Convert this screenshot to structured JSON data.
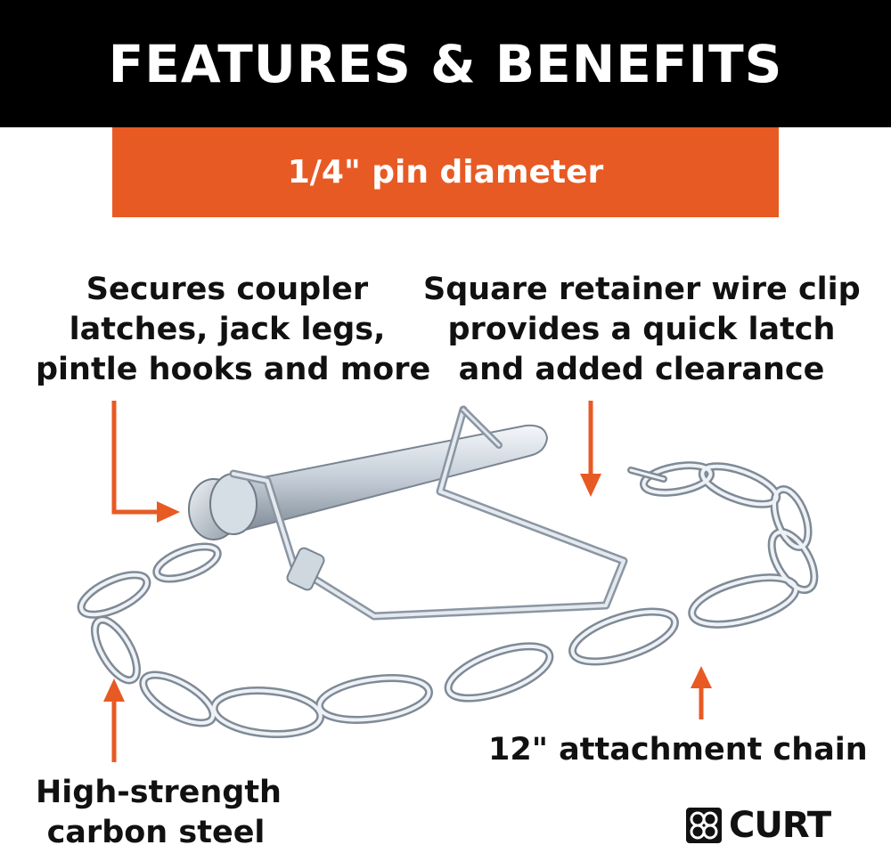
{
  "header": {
    "title": "FEATURES & BENEFITS"
  },
  "spec_banner": {
    "text": "1/4\" pin diameter"
  },
  "callouts": {
    "secures": [
      "Secures coupler",
      "latches, jack legs,",
      "pintle hooks and more"
    ],
    "clip": [
      "Square retainer wire clip",
      "provides a quick latch",
      "and added clearance"
    ],
    "chain": [
      "12\" attachment chain"
    ],
    "steel": [
      "High-strength",
      "carbon steel"
    ]
  },
  "brand": {
    "name": "CURT"
  },
  "colors": {
    "accent": "#e85a24",
    "header_bg": "#000000",
    "metal": "#c9d2db"
  }
}
